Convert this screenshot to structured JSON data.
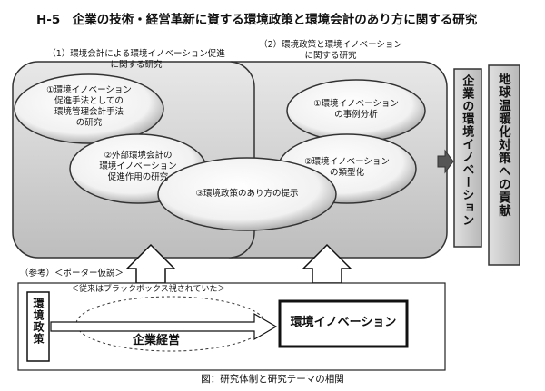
{
  "title": "H-5　企業の技術・経営革新に資する環境政策と環境会計のあり方に関する研究",
  "group1": {
    "label_line1": "（1）環境会計による環境イノベーション促進",
    "label_line2": "に関する研究"
  },
  "group2": {
    "label_line1": "（2）環境政策と環境イノベーション",
    "label_line2": "に関する研究"
  },
  "ellipses": {
    "e1": {
      "line1": "①環境イノベーション",
      "line2": "促進手法としての",
      "line3": "環境管理会計手法",
      "line4": "の研究"
    },
    "e2": {
      "line1": "②外部環境会計の",
      "line2": "環境イノベーション",
      "line3": "促進作用の研究"
    },
    "e3": {
      "line1": "③環境政策のあり方の提示"
    },
    "e4": {
      "line1": "①環境イノベーション",
      "line2": "の事例分析"
    },
    "e5": {
      "line1": "②環境イノベーション",
      "line2": "の類型化"
    }
  },
  "right_box1": "企業の環境イノベーション",
  "right_box2": "地球温暖化対策への貢献",
  "porter": {
    "label": "（参考）＜ポーター仮説＞",
    "blackbox_note": "＜従来はブラックボックス視されていた＞",
    "env_policy": "環境政策",
    "management": "企業経営",
    "innovation": "環境イノベーション"
  },
  "caption": "図：研究体制と研究テーマの相関"
}
